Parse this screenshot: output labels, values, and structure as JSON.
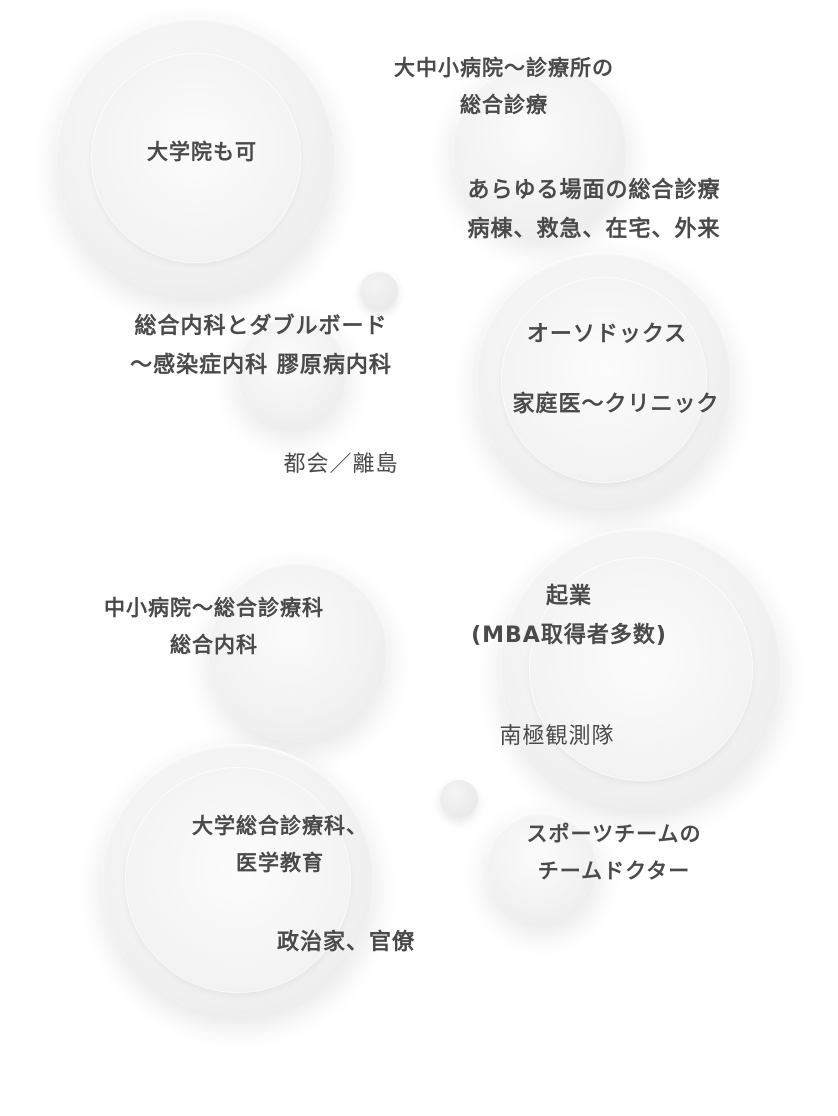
{
  "labels": {
    "university": "大学院も可",
    "hospital_line1": "大中小病院～診療所の",
    "hospital_line2": "総合診療",
    "scenes_line1": "あらゆる場面の総合診療",
    "scenes_line2": "病棟、救急、在宅、外来",
    "double_line1": "総合内科とダブルボード",
    "double_line2": "～感染症内科  膠原病内科",
    "orthodox": "オーソドックス",
    "family": "家庭医～クリニック",
    "urban": "都会／離島",
    "small_line1": "中小病院～総合診療科",
    "small_line2": "総合内科",
    "startup_line1": "起業",
    "startup_line2": "(MBA取得者多数)",
    "antarctic": "南極観測隊",
    "edu_line1": "大学総合診療科、",
    "edu_line2": "医学教育",
    "sports_line1": "スポーツチームの",
    "sports_line2": "チームドクター",
    "politics": "政治家、官僚"
  }
}
